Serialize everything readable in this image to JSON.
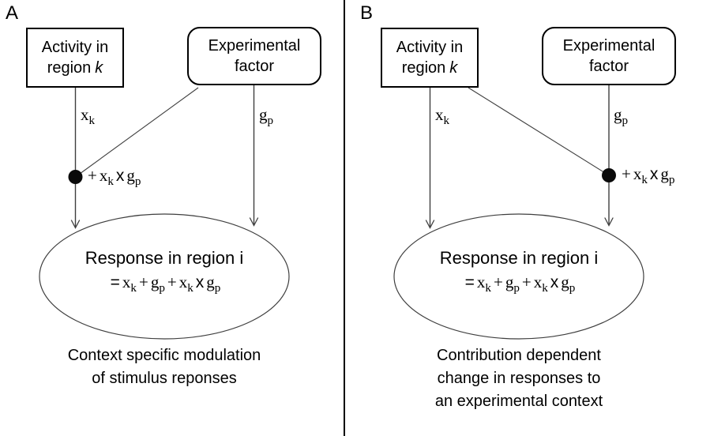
{
  "colors": {
    "background": "#ffffff",
    "text": "#000000",
    "line": "#3f3f3f",
    "box_border": "#000000",
    "dot_fill": "#0a0a0a",
    "divider": "#000000"
  },
  "symbols": {
    "x": "x",
    "g": "g",
    "sub_k": "k",
    "sub_p": "p",
    "plus": "+",
    "times": "x",
    "equals": "="
  },
  "panelA": {
    "label": "A",
    "activity_box": {
      "line1": "Activity in",
      "line2_prefix": "region",
      "line2_var": "k"
    },
    "experimental_box": {
      "line1": "Experimental",
      "line2": "factor"
    },
    "ellipse": {
      "line1": "Response in region i"
    },
    "caption": {
      "line1": "Context specific modulation",
      "line2": "of stimulus reponses"
    }
  },
  "panelB": {
    "label": "B",
    "activity_box": {
      "line1": "Activity in",
      "line2_prefix": "region",
      "line2_var": "k"
    },
    "experimental_box": {
      "line1": "Experimental",
      "line2": "factor"
    },
    "ellipse": {
      "line1": "Response in region i"
    },
    "caption": {
      "line1": "Contribution dependent",
      "line2": "change in responses to",
      "line3": "an experimental context"
    }
  }
}
